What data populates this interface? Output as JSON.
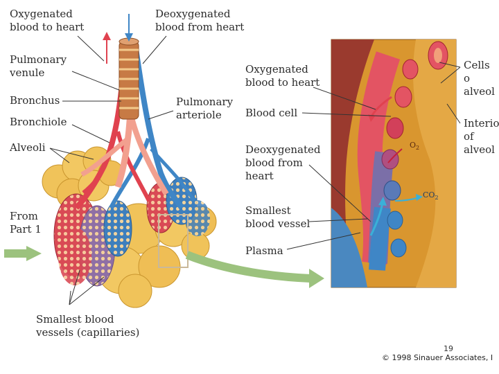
{
  "labels": {
    "oxygenated_to_heart": "Oxygenated\nblood to heart",
    "deoxygenated_from_heart": "Deoxygenated\nblood from heart",
    "pulmonary_venule": "Pulmonary\nvenule",
    "bronchus": "Bronchus",
    "pulmonary_arteriole": "Pulmonary\narteriole",
    "bronchiole": "Bronchiole",
    "alveoli": "Alveoli",
    "from_part_1": "From\nPart 1",
    "smallest_blood_vessels": "Smallest blood\nvessels (capillaries)"
  },
  "detail_labels": {
    "oxygenated_to_heart": "Oxygenated\nblood to heart",
    "blood_cell": "Blood cell",
    "deoxygenated_from_heart": "Deoxygenated\nblood from\nheart",
    "smallest_blood_vessel": "Smallest\nblood vessel",
    "plasma": "Plasma",
    "cells_of_alveoli": "Cells o\nalveol",
    "interior_of_alveoli": "Interio\nof\nalveol",
    "o2": "O",
    "co2": "CO"
  },
  "footer": {
    "page_number": "19",
    "copyright": "© 1998 Sinauer Associates, I"
  },
  "colors": {
    "oxygenated": "#e0424f",
    "deoxygenated": "#3f86c6",
    "alveoli": "#f0c35a",
    "bronchus": "#c77a45",
    "detail_bg": "#d9962f",
    "arrow": "#9cc27e"
  }
}
